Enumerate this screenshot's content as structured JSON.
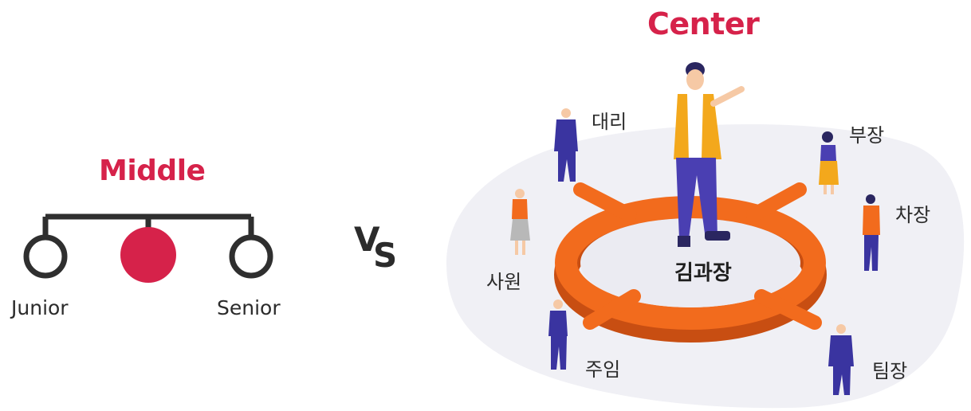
{
  "left": {
    "title": "Middle",
    "junior_label": "Junior",
    "senior_label": "Senior",
    "accent_color": "#d6224a",
    "line_color": "#2f2f2f"
  },
  "vs": {
    "v": "V",
    "s": "S"
  },
  "right": {
    "title": "Center",
    "center_label": "김과장",
    "ranks": {
      "daeri": "대리",
      "sawon": "사원",
      "juim": "주임",
      "bujang": "부장",
      "chajang": "차장",
      "timjang": "팀장"
    },
    "ring_color": "#f26b1d",
    "blob_color": "#f0f0f5"
  }
}
